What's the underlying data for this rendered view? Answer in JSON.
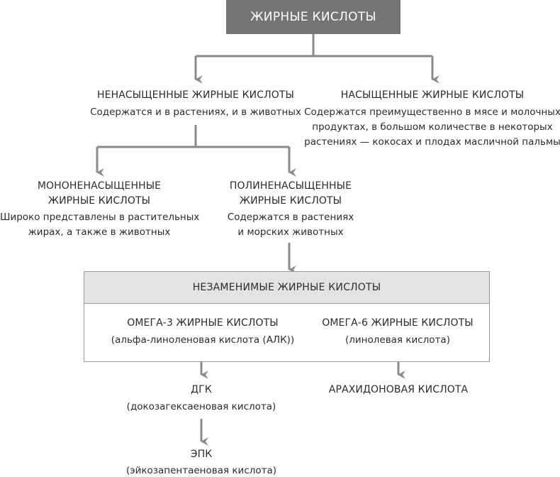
{
  "root": {
    "label": "ЖИРНЫЕ КИСЛОТЫ"
  },
  "unsaturated": {
    "title": "НЕНАСЫЩЕННЫЕ ЖИРНЫЕ КИСЛОТЫ",
    "desc": "Содержатся и в растениях, и в животных"
  },
  "saturated": {
    "title": "НАСЫЩЕННЫЕ ЖИРНЫЕ КИСЛОТЫ",
    "desc_lines": [
      "Содержатся преимущественно в мясе и молочных",
      "продуктах, в большом количестве в некоторых",
      "растениях — кокосах и плодах масличной пальмы"
    ]
  },
  "mono": {
    "title_lines": [
      "МОНОНЕНАСЫЩЕННЫЕ",
      "ЖИРНЫЕ КИСЛОТЫ"
    ],
    "desc_lines": [
      "Широко представлены в растительных",
      "жирах, а также в животных"
    ]
  },
  "poly": {
    "title_lines": [
      "ПОЛИНЕНАСЫЩЕННЫЕ",
      "ЖИРНЫЕ КИСЛОТЫ"
    ],
    "desc_lines": [
      "Содержатся в растениях",
      "и морских животных"
    ]
  },
  "essential": {
    "title": "НЕЗАМЕНИМЫЕ ЖИРНЫЕ КИСЛОТЫ",
    "omega3": {
      "title": "ОМЕГА-3 ЖИРНЫЕ КИСЛОТЫ",
      "sub": "(альфа-линоленовая кислота (АЛК))"
    },
    "omega6": {
      "title": "ОМЕГА-6 ЖИРНЫЕ КИСЛОТЫ",
      "sub": "(линолевая кислота)"
    }
  },
  "dhk": {
    "title": "ДГК",
    "sub": "(докозагексаеновая кислота)"
  },
  "epk": {
    "title": "ЭПК",
    "sub": "(эйкозапентаеновая кислота)"
  },
  "arachidonic": {
    "title": "АРАХИДОНОВАЯ КИСЛОТА"
  },
  "colors": {
    "root_fill": "#747474",
    "lines": "#8a8a8a",
    "header_fill": "#e3e3e3"
  }
}
